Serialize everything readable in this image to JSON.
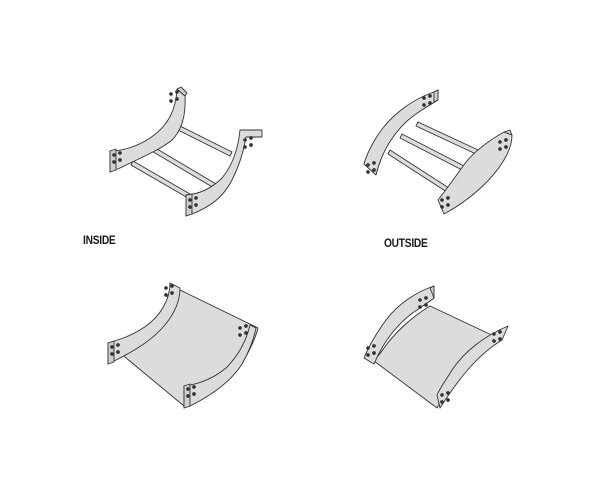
{
  "labels": {
    "inside": "INSIDE",
    "outside": "OUTSIDE"
  },
  "figures": [
    {
      "id": "inside-ladder-bend",
      "type": "ladder tray",
      "bend": "inside"
    },
    {
      "id": "outside-ladder-bend",
      "type": "ladder tray",
      "bend": "outside"
    },
    {
      "id": "inside-solid-bend",
      "type": "solid tray",
      "bend": "inside"
    },
    {
      "id": "outside-solid-bend",
      "type": "solid tray",
      "bend": "outside"
    }
  ],
  "colors": {
    "fill": "#dcdcdc",
    "stroke": "#333333",
    "hole": "#333333",
    "text": "#1a1a1a"
  }
}
